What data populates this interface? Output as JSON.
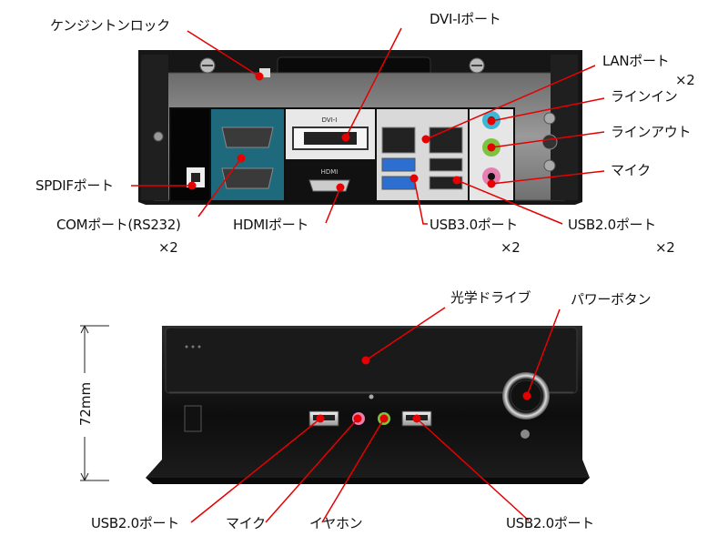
{
  "rear_labels": {
    "kensington": "ケンジントンロック",
    "dvi": "DVI-Iポート",
    "lan": "LANポート",
    "lan_qty": "×2",
    "line_in": "ラインイン",
    "line_out": "ラインアウト",
    "mic": "マイク",
    "spdif": "SPDIFポート",
    "com": "COMポート(RS232)",
    "com_qty": "×2",
    "hdmi": "HDMIポート",
    "usb3": "USB3.0ポート",
    "usb3_qty": "×2",
    "usb2": "USB2.0ポート",
    "usb2_qty": "×2"
  },
  "rear_panel_text": {
    "dvi_mark": "DVI-I",
    "hdmi_mark": "HDMI"
  },
  "front_labels": {
    "optical": "光学ドライブ",
    "power": "パワーボタン",
    "height": "72mm",
    "usb_left": "USB2.0ポート",
    "mic": "マイク",
    "earphone": "イヤホン",
    "usb_right": "USB2.0ポート"
  },
  "colors": {
    "leader": "#e60000",
    "com_panel": "#1e6a7c",
    "line_in": "#3fb6d4",
    "line_out": "#7ec241",
    "mic": "#e77fb0",
    "usb3": "#2c6fd1"
  }
}
